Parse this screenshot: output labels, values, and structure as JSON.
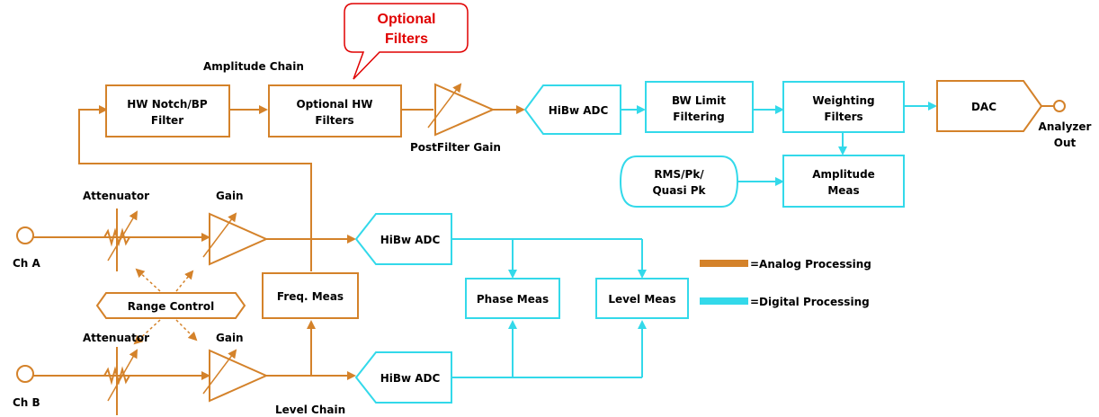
{
  "colors": {
    "analog": "#d4822a",
    "digital": "#33d9ea",
    "callout": "#e00000",
    "text": "#000000"
  },
  "callout": {
    "line1": "Optional",
    "line2": "Filters"
  },
  "captions": {
    "amplitude_chain": "Amplitude Chain",
    "postfilter_gain": "PostFilter Gain",
    "level_chain": "Level Chain",
    "attenuator_a": "Attenuator",
    "gain_a": "Gain",
    "attenuator_b": "Attenuator",
    "gain_b": "Gain",
    "ch_a": "Ch A",
    "ch_b": "Ch B",
    "analyzer_out_1": "Analyzer",
    "analyzer_out_2": "Out"
  },
  "blocks": {
    "hw_notch": {
      "line1": "HW Notch/BP",
      "line2": "Filter"
    },
    "optional_hw": {
      "line1": "Optional HW",
      "line2": "Filters"
    },
    "hibw_adc_top": "HiBw ADC",
    "bw_limit": {
      "line1": "BW Limit",
      "line2": "Filtering"
    },
    "weighting": {
      "line1": "Weighting",
      "line2": "Filters"
    },
    "dac": "DAC",
    "rms": {
      "line1": "RMS/Pk/",
      "line2": "Quasi Pk"
    },
    "amp_meas": {
      "line1": "Amplitude",
      "line2": "Meas"
    },
    "hibw_adc_a": "HiBw ADC",
    "hibw_adc_b": "HiBw ADC",
    "freq_meas": "Freq. Meas",
    "phase_meas": "Phase Meas",
    "level_meas": "Level Meas",
    "range_control": "Range Control"
  },
  "legend": {
    "analog": "=Analog Processing",
    "digital": "=Digital Processing"
  }
}
